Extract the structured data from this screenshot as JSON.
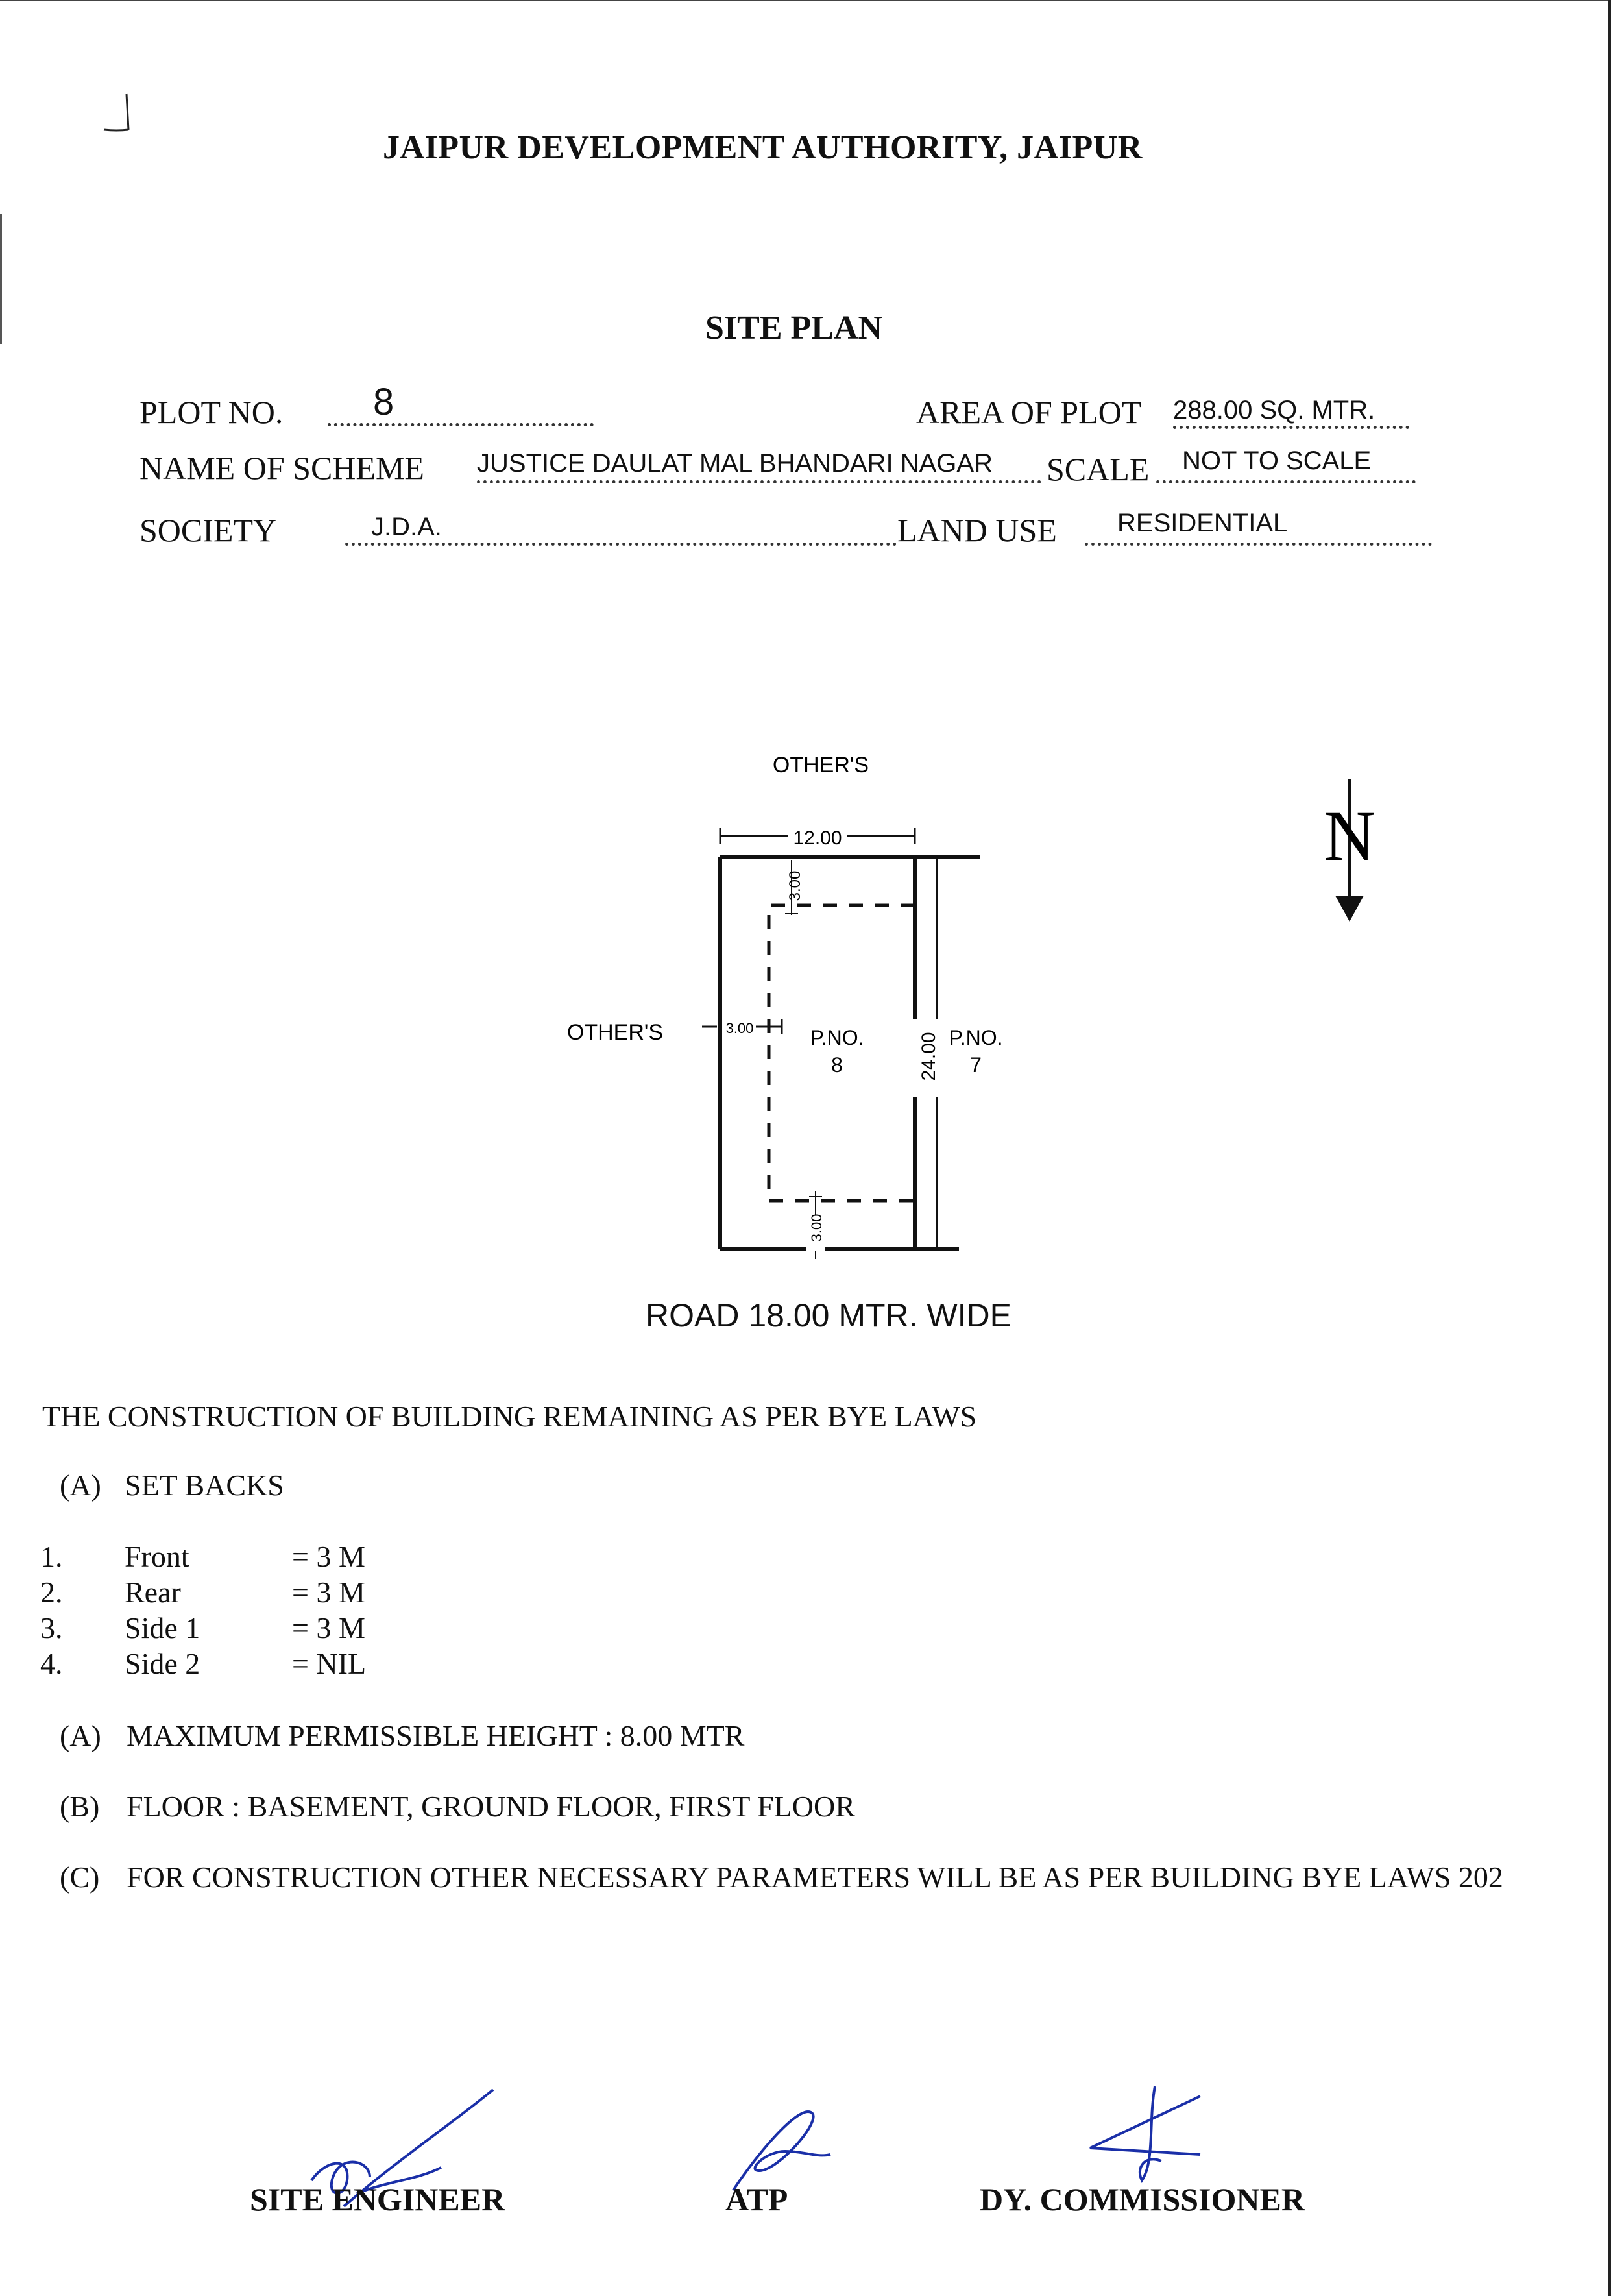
{
  "header": {
    "title": "JAIPUR DEVELOPMENT AUTHORITY, JAIPUR",
    "subtitle": "SITE PLAN"
  },
  "fields": {
    "plot_no_label": "PLOT NO.",
    "plot_no_value": "8",
    "area_label": "AREA OF PLOT",
    "area_value": "288.00  SQ. MTR.",
    "scheme_label": "NAME OF SCHEME",
    "scheme_value": "JUSTICE DAULAT MAL BHANDARI NAGAR",
    "scale_label": "SCALE",
    "scale_value": "NOT TO SCALE",
    "society_label": "SOCIETY",
    "society_value": "J.D.A.",
    "land_use_label": "LAND USE",
    "land_use_value": "RESIDENTIAL"
  },
  "plan": {
    "north_label": "N",
    "top_neighbour": "OTHER'S",
    "left_neighbour": "OTHER'S",
    "width_dim": "12.00",
    "depth_dim": "24.00",
    "top_setback": "3.00",
    "side_setback": "3.00",
    "bottom_setback": "3.00",
    "plot_label_line1": "P.NO.",
    "plot_label_line2": "8",
    "right_plot_line1": "P.NO.",
    "right_plot_line2": "7",
    "road_label": "ROAD 18.00 MTR. WIDE"
  },
  "conditions": {
    "intro": "THE CONSTRUCTION OF BUILDING REMAINING AS PER BYE LAWS",
    "setbacks_heading_marker": "(A)",
    "setbacks_heading": "SET BACKS",
    "setbacks": [
      {
        "num": "1.",
        "name": "Front",
        "value": "= 3 M"
      },
      {
        "num": "2.",
        "name": "Rear",
        "value": "= 3 M"
      },
      {
        "num": "3.",
        "name": "Side 1",
        "value": "= 3 M"
      },
      {
        "num": "4.",
        "name": "Side 2",
        "value": "= NIL"
      }
    ],
    "items": [
      {
        "marker": "(A)",
        "text": "MAXIMUM PERMISSIBLE HEIGHT : 8.00 MTR"
      },
      {
        "marker": "(B)",
        "text": "FLOOR : BASEMENT, GROUND FLOOR, FIRST FLOOR"
      },
      {
        "marker": "(C)",
        "text": "FOR CONSTRUCTION OTHER NECESSARY PARAMETERS WILL BE AS PER BUILDING BYE LAWS 202"
      }
    ]
  },
  "signatures": {
    "site_engineer": "SITE ENGINEER",
    "atp": "ATP",
    "dy_commissioner": "DY. COMMISSIONER"
  },
  "colors": {
    "ink": "#111111",
    "signature_ink": "#1a2fa8"
  }
}
